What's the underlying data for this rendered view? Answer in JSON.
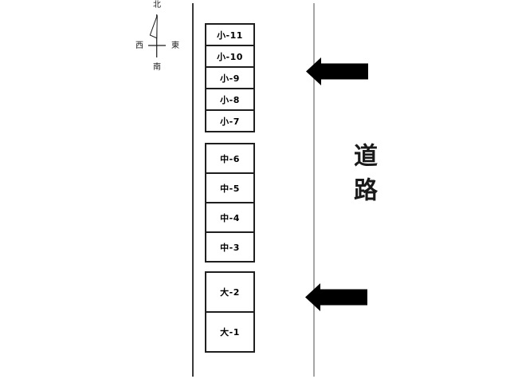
{
  "compass": {
    "north": "北",
    "south": "南",
    "east": "東",
    "west": "西"
  },
  "road": {
    "label": "道路"
  },
  "lots": {
    "small": [
      "小-11",
      "小-10",
      "小-9",
      "小-8",
      "小-7"
    ],
    "medium": [
      "中-6",
      "中-5",
      "中-4",
      "中-3"
    ],
    "large": [
      "大-2",
      "大-1"
    ]
  },
  "icons": {
    "arrow_upper": "left-arrow",
    "arrow_lower": "left-arrow",
    "compass_needle": "north-needle"
  },
  "colors": {
    "arrow": "#000000",
    "box_border": "#1f1f1f",
    "road_edge_left": "#3a3a3a",
    "road_edge_right": "#a6a6a6"
  }
}
